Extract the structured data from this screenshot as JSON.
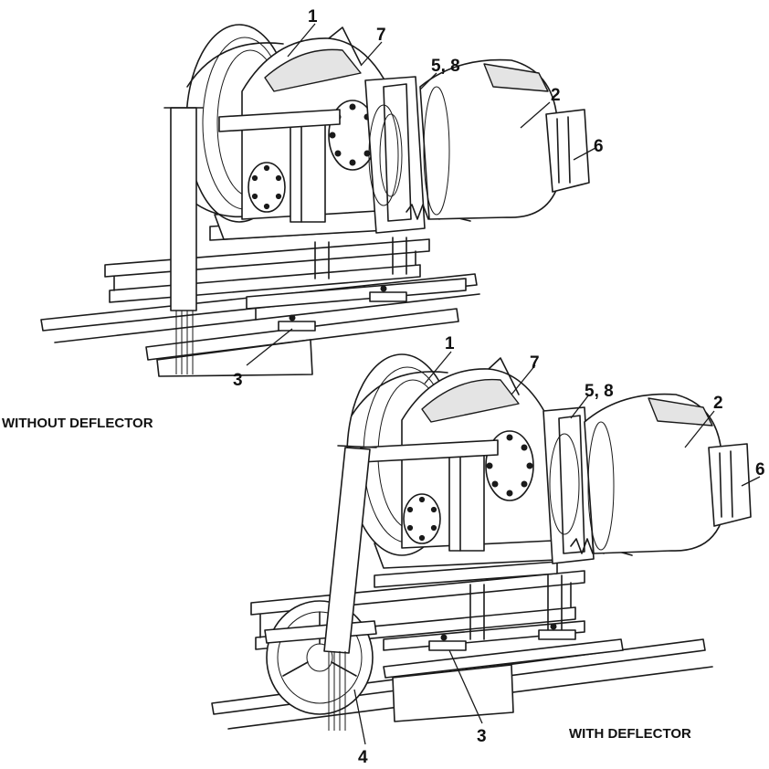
{
  "diagrams": [
    {
      "caption": "WITHOUT DEFLECTOR",
      "callouts": {
        "c1": "1",
        "c7": "7",
        "c58": "5, 8",
        "c2": "2",
        "c6": "6",
        "c3": "3"
      }
    },
    {
      "caption": "WITH DEFLECTOR",
      "callouts": {
        "c1": "1",
        "c7": "7",
        "c58": "5, 8",
        "c2": "2",
        "c6": "6",
        "c3": "3",
        "c4": "4"
      }
    }
  ]
}
